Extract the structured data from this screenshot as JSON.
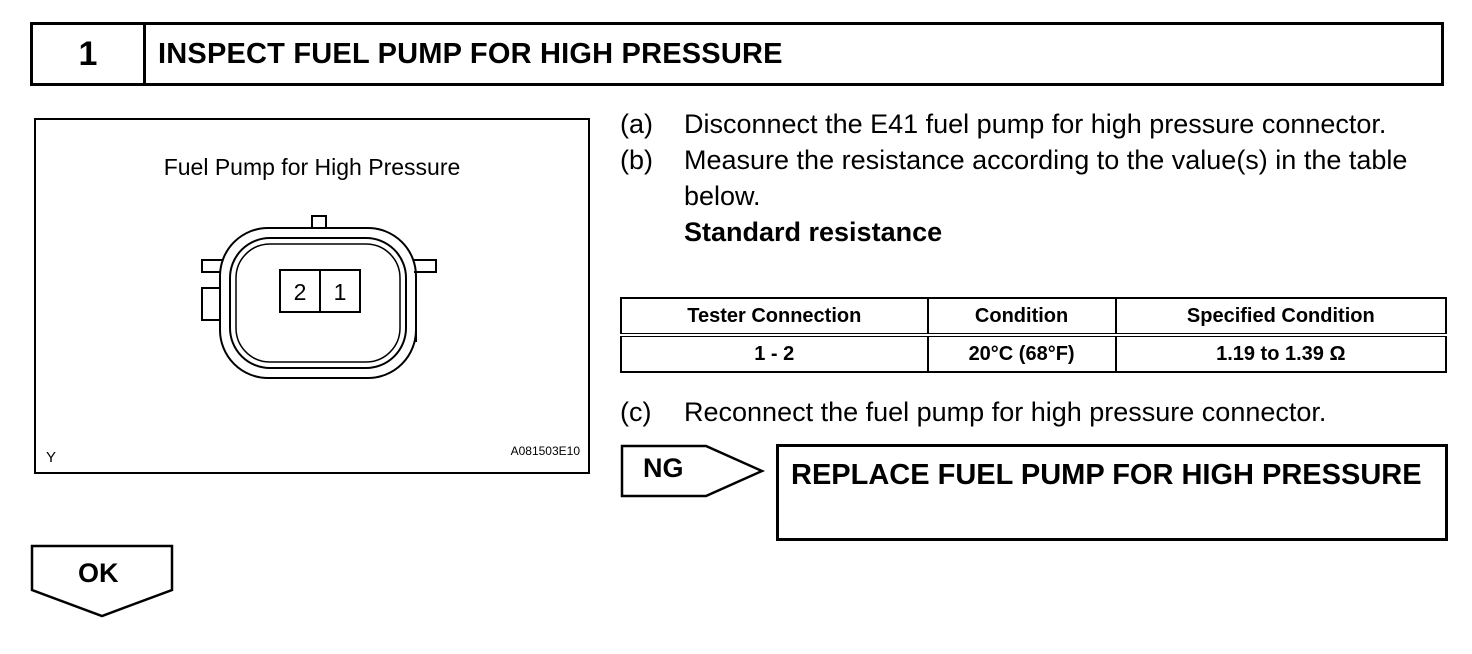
{
  "header": {
    "step_number": "1",
    "title": "INSPECT FUEL PUMP FOR HIGH PRESSURE"
  },
  "figure": {
    "caption": "Fuel Pump for High Pressure",
    "pins": [
      "2",
      "1"
    ],
    "corner_left": "Y",
    "corner_right": "A081503E10"
  },
  "instructions": {
    "a": {
      "letter": "(a)",
      "text": "Disconnect the E41 fuel pump for high pressure connector."
    },
    "b": {
      "letter": "(b)",
      "text": "Measure the resistance according to the value(s) in the table below."
    },
    "standard_label": "Standard resistance",
    "c": {
      "letter": "(c)",
      "text": "Reconnect the fuel pump for high pressure connector."
    }
  },
  "table": {
    "headers": [
      "Tester Connection",
      "Condition",
      "Specified Condition"
    ],
    "rows": [
      [
        "1 - 2",
        "20°C (68°F)",
        "1.19 to 1.39 Ω"
      ]
    ]
  },
  "ng": {
    "label": "NG",
    "action": "REPLACE FUEL PUMP FOR HIGH PRESSURE"
  },
  "ok": {
    "label": "OK"
  }
}
